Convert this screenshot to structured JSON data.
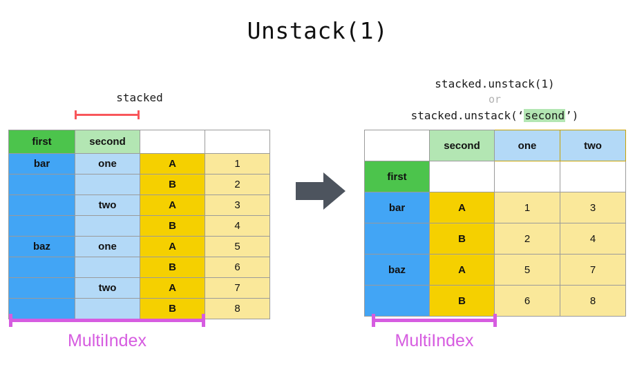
{
  "title": "Unstack(1)",
  "colors": {
    "green": "#4cc44c",
    "light_green": "#b3e6b3",
    "blue": "#42a5f5",
    "light_blue": "#b3d9f7",
    "yellow": "#f5d000",
    "light_yellow": "#fae89a",
    "magenta": "#d65ce0",
    "red_bracket": "#f8565a",
    "arrow": "#4d545e"
  },
  "left": {
    "caption": "stacked",
    "bracket_icon": "red-span-bracket",
    "header": [
      "first",
      "second",
      "",
      ""
    ],
    "rows": [
      {
        "first": "bar",
        "second": "one",
        "level": "A",
        "value": "1"
      },
      {
        "first": "",
        "second": "",
        "level": "B",
        "value": "2"
      },
      {
        "first": "",
        "second": "two",
        "level": "A",
        "value": "3"
      },
      {
        "first": "",
        "second": "",
        "level": "B",
        "value": "4"
      },
      {
        "first": "baz",
        "second": "one",
        "level": "A",
        "value": "5"
      },
      {
        "first": "",
        "second": "",
        "level": "B",
        "value": "6"
      },
      {
        "first": "",
        "second": "two",
        "level": "A",
        "value": "7"
      },
      {
        "first": "",
        "second": "",
        "level": "B",
        "value": "8"
      }
    ],
    "multiindex_label": "MultiIndex"
  },
  "arrow": {
    "icon": "right-arrow-icon"
  },
  "right": {
    "caption_line1": "stacked.unstack(1)",
    "caption_line2": "or",
    "caption_line3_prefix": "stacked.unstack(‘",
    "caption_line3_highlight": "second",
    "caption_line3_suffix": "’)",
    "header_row1": [
      "",
      "second",
      "one",
      "two"
    ],
    "header_row2": [
      "first",
      "",
      "",
      ""
    ],
    "rows": [
      {
        "first": "bar",
        "level": "A",
        "one": "1",
        "two": "3"
      },
      {
        "first": "",
        "level": "B",
        "one": "2",
        "two": "4"
      },
      {
        "first": "baz",
        "level": "A",
        "one": "5",
        "two": "7"
      },
      {
        "first": "",
        "level": "B",
        "one": "6",
        "two": "8"
      }
    ],
    "multiindex_label": "MultiIndex"
  }
}
